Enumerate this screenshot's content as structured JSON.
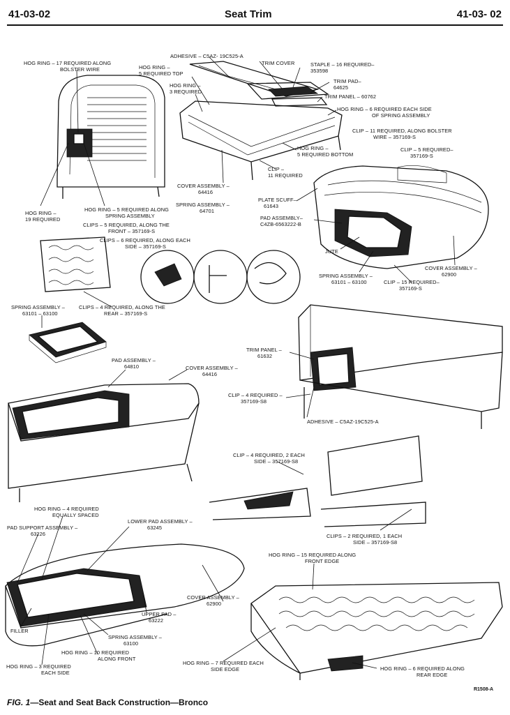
{
  "header": {
    "left_code": "41-03-02",
    "title": "Seat Trim",
    "right_code": "41-03- 02"
  },
  "labels": {
    "adhesive_top": [
      "ADHESIVE – C5AZ- 19C525-A"
    ],
    "trim_cover": [
      "TRIM COVER"
    ],
    "staple": [
      "STAPLE – 16 REQUIRED–",
      "353598"
    ],
    "trim_pad_64625": [
      "TRIM PAD–",
      "64625"
    ],
    "trim_panel_60762": [
      "TRIM PANEL – 60762"
    ],
    "hog_ring_17": [
      "HOG RING – 17 REQUIRED ALONG",
      "BOLSTER WIRE"
    ],
    "hog_ring_5_top": [
      "HOG RING –",
      "5 REQUIRED TOP"
    ],
    "hog_ring_3": [
      "HOG RING –",
      "3 REQUIRED"
    ],
    "hog_ring_6_each_side": [
      "HOG RING – 6 REQUIRED EACH SIDE",
      "OF SPRING ASSEMBLY"
    ],
    "clip_11_bolster": [
      "CLIP – 11 REQUIRED, ALONG BOLSTER",
      "WIRE – 357169-S"
    ],
    "clip_5_right": [
      "CLIP – 5 REQUIRED–",
      "357169-S"
    ],
    "hog_ring_5_bottom": [
      "HOG RING –",
      "5 REQUIRED BOTTOM"
    ],
    "clip_11": [
      "CLIP –",
      "11 REQUIRED"
    ],
    "cover_assembly_64416_top": [
      "COVER ASSEMBLY –",
      "64416"
    ],
    "spring_assembly_64701": [
      "SPRING ASSEMBLY –",
      "64701"
    ],
    "plate_scuff": [
      "PLATE SCUFF–",
      "61643"
    ],
    "pad_assembly_c4zb": [
      "PAD ASSEMBLY–",
      "C4ZB-6563222-B"
    ],
    "hog_ring_19": [
      "HOG RING –",
      "19 REQUIRED"
    ],
    "hog_ring_5_along": [
      "HOG RING – 5 REQUIRED ALONG",
      "SPRING ASSEMBLY"
    ],
    "clips_5_front": [
      "CLIPS – 5 REQUIRED, ALONG THE",
      "FRONT – 357169-S"
    ],
    "clips_6_each_side": [
      "CLIPS – 6 REQUIRED, ALONG EACH",
      "SIDE – 357169-S"
    ],
    "jute": [
      "JUTE"
    ],
    "spring_assembly_63101_right": [
      "SPRING ASSEMBLY –",
      "63101 – 63100"
    ],
    "clip_15": [
      "CLIP – 15 REQUIRED–",
      "357169-S"
    ],
    "cover_assembly_62900_right": [
      "COVER ASSEMBLY –",
      "62900"
    ],
    "spring_assembly_63101_left": [
      "SPRING ASSEMBLY –",
      "63101 – 63100"
    ],
    "clips_4_rear": [
      "CLIPS – 4 REQUIRED, ALONG THE",
      "REAR – 357169-S"
    ],
    "trim_panel_61632": [
      "TRIM PANEL –",
      "61632"
    ],
    "pad_assembly_64810": [
      "PAD ASSEMBLY –",
      "64810"
    ],
    "cover_assembly_64416_mid": [
      "COVER ASSEMBLY –",
      "64416"
    ],
    "clip_4_mid": [
      "CLIP – 4 REQUIRED –",
      "357169-S8"
    ],
    "adhesive_mid": [
      "ADHESIVE – C5AZ-19C525-A"
    ],
    "clip_4_2each": [
      "CLIP – 4 REQUIRED, 2 EACH",
      "SIDE – 357169-S8"
    ],
    "clips_2_1each": [
      "CLIPS – 2 REQUIRED, 1 EACH",
      "SIDE – 357169-S8"
    ],
    "hog_ring_4": [
      "HOG RING – 4 REQUIRED",
      "EQUALLY SPACED"
    ],
    "pad_support": [
      "PAD SUPPORT ASSEMBLY –",
      "63226"
    ],
    "lower_pad": [
      "LOWER PAD ASSEMBLY –",
      "63245"
    ],
    "hog_ring_15": [
      "HOG RING – 15 REQUIRED ALONG",
      "FRONT EDGE"
    ],
    "cover_assembly_62900_bottom": [
      "COVER ASSEMBLY –",
      "62900"
    ],
    "upper_pad": [
      "UPPER PAD –",
      "63222"
    ],
    "filler": [
      "FILLER"
    ],
    "spring_assembly_63100": [
      "SPRING ASSEMBLY –",
      "63100"
    ],
    "hog_ring_10": [
      "HOG RING – 10 REQUIRED",
      "ALONG FRONT"
    ],
    "hog_ring_3_each": [
      "HOG RING – 3 REQUIRED",
      "EACH SIDE"
    ],
    "hog_ring_7": [
      "HOG RING – 7 REQUIRED EACH",
      "SIDE EDGE"
    ],
    "hog_ring_6_rear": [
      "HOG RING – 6 REQUIRED ALONG",
      "REAR EDGE"
    ]
  },
  "figure": {
    "code": "R1508-A",
    "caption_prefix": "FIG. 1",
    "caption_text": "—Seat and Seat Back Construction—Bronco"
  }
}
